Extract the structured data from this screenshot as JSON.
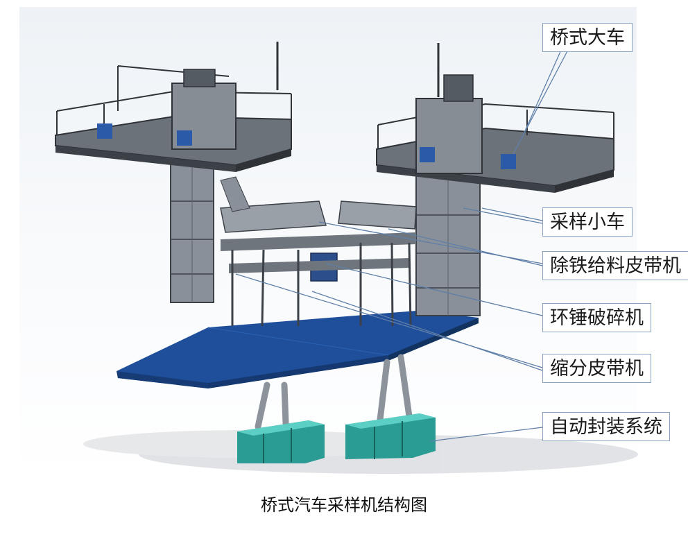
{
  "labels": {
    "bridge_crane": "桥式大车",
    "sampling_trolley": "采样小车",
    "iron_removal_belt": "除铁给料皮带机",
    "hammer_crusher": "环锤破碎机",
    "reduction_belt": "缩分皮带机",
    "auto_packing": "自动封装系统"
  },
  "caption": "桥式汽车采样机结构图",
  "colors": {
    "platform_blue": "#1f4f9a",
    "frame_gray": "#7b828c",
    "dark_steel": "#3c4148",
    "teal_box": "#2a9c93",
    "leader_line": "#5f7fa8"
  }
}
